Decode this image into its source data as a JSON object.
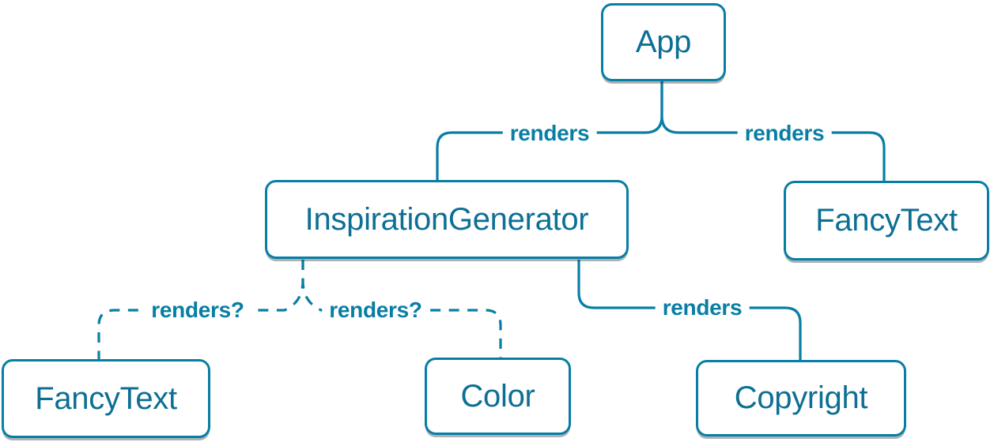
{
  "diagram": {
    "type": "component-render-tree",
    "colors": {
      "accent": "#087ea4",
      "node_text": "#0d6f94",
      "node_background": "#ffffff"
    },
    "nodes": [
      {
        "id": "app",
        "label": "App"
      },
      {
        "id": "inspiration-generator",
        "label": "InspirationGenerator"
      },
      {
        "id": "fancytext-top",
        "label": "FancyText"
      },
      {
        "id": "fancytext-bottom",
        "label": "FancyText"
      },
      {
        "id": "color",
        "label": "Color"
      },
      {
        "id": "copyright",
        "label": "Copyright"
      }
    ],
    "edges": [
      {
        "from": "App",
        "to": "InspirationGenerator",
        "label": "renders",
        "style": "solid"
      },
      {
        "from": "App",
        "to": "FancyText",
        "label": "renders",
        "style": "solid"
      },
      {
        "from": "InspirationGenerator",
        "to": "FancyText",
        "label": "renders?",
        "style": "dashed"
      },
      {
        "from": "InspirationGenerator",
        "to": "Color",
        "label": "renders?",
        "style": "dashed"
      },
      {
        "from": "InspirationGenerator",
        "to": "Copyright",
        "label": "renders",
        "style": "solid"
      }
    ]
  }
}
